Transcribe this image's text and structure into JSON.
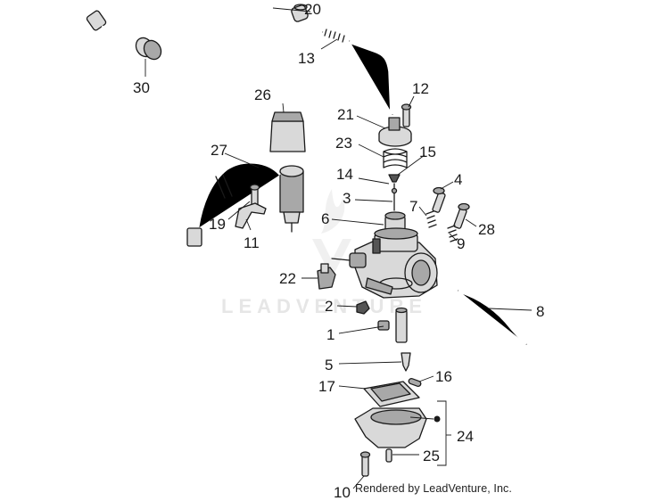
{
  "credit_text": "Rendered by LeadVenture, Inc.",
  "watermark_text": "LEADVENTURE",
  "callouts": [
    "30",
    "20",
    "13",
    "12",
    "26",
    "21",
    "23",
    "15",
    "27",
    "14",
    "3",
    "4",
    "7",
    "19",
    "6",
    "28",
    "11",
    "9",
    "22",
    "8",
    "2",
    "1",
    "5",
    "16",
    "17",
    "24",
    "25",
    "10"
  ],
  "colors": {
    "line": "#1a1a1a",
    "watermark": "#e6e6e6",
    "background": "#ffffff"
  }
}
